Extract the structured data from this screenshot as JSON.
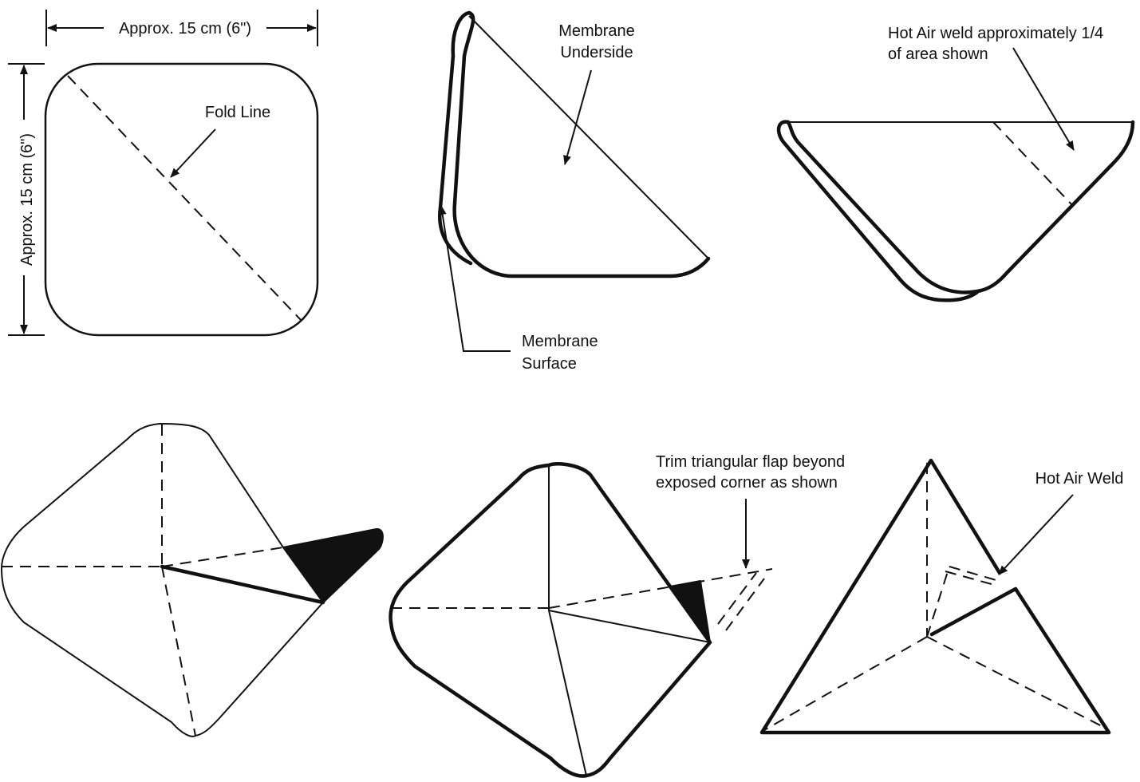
{
  "labels": {
    "width_dim": "Approx. 15 cm (6\")",
    "height_dim": "Approx. 15 cm (6\")",
    "fold_line": "Fold Line",
    "membrane_underside_1": "Membrane",
    "membrane_underside_2": "Underside",
    "membrane_surface_1": "Membrane",
    "membrane_surface_2": "Surface",
    "hot_air_weld_quarter_1": "Hot Air weld approximately 1/4",
    "hot_air_weld_quarter_2": "of area shown",
    "trim_flap_1": "Trim triangular flap beyond",
    "trim_flap_2": "exposed corner as shown",
    "hot_air_weld": "Hot Air Weld"
  }
}
